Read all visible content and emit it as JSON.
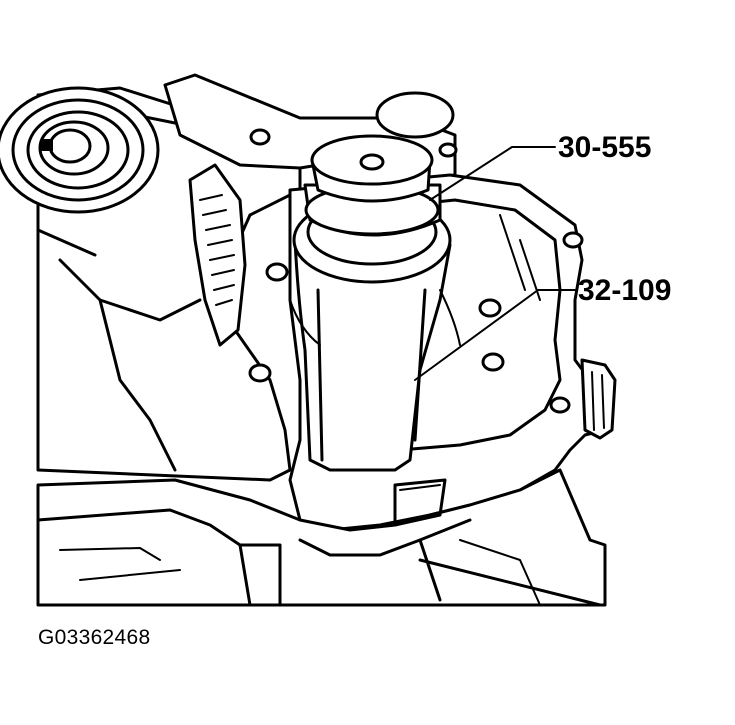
{
  "callouts": [
    {
      "id": "special-tool",
      "text": "30-555"
    },
    {
      "id": "bearing-installer",
      "text": "32-109"
    }
  ],
  "figure_id": "G03362468"
}
